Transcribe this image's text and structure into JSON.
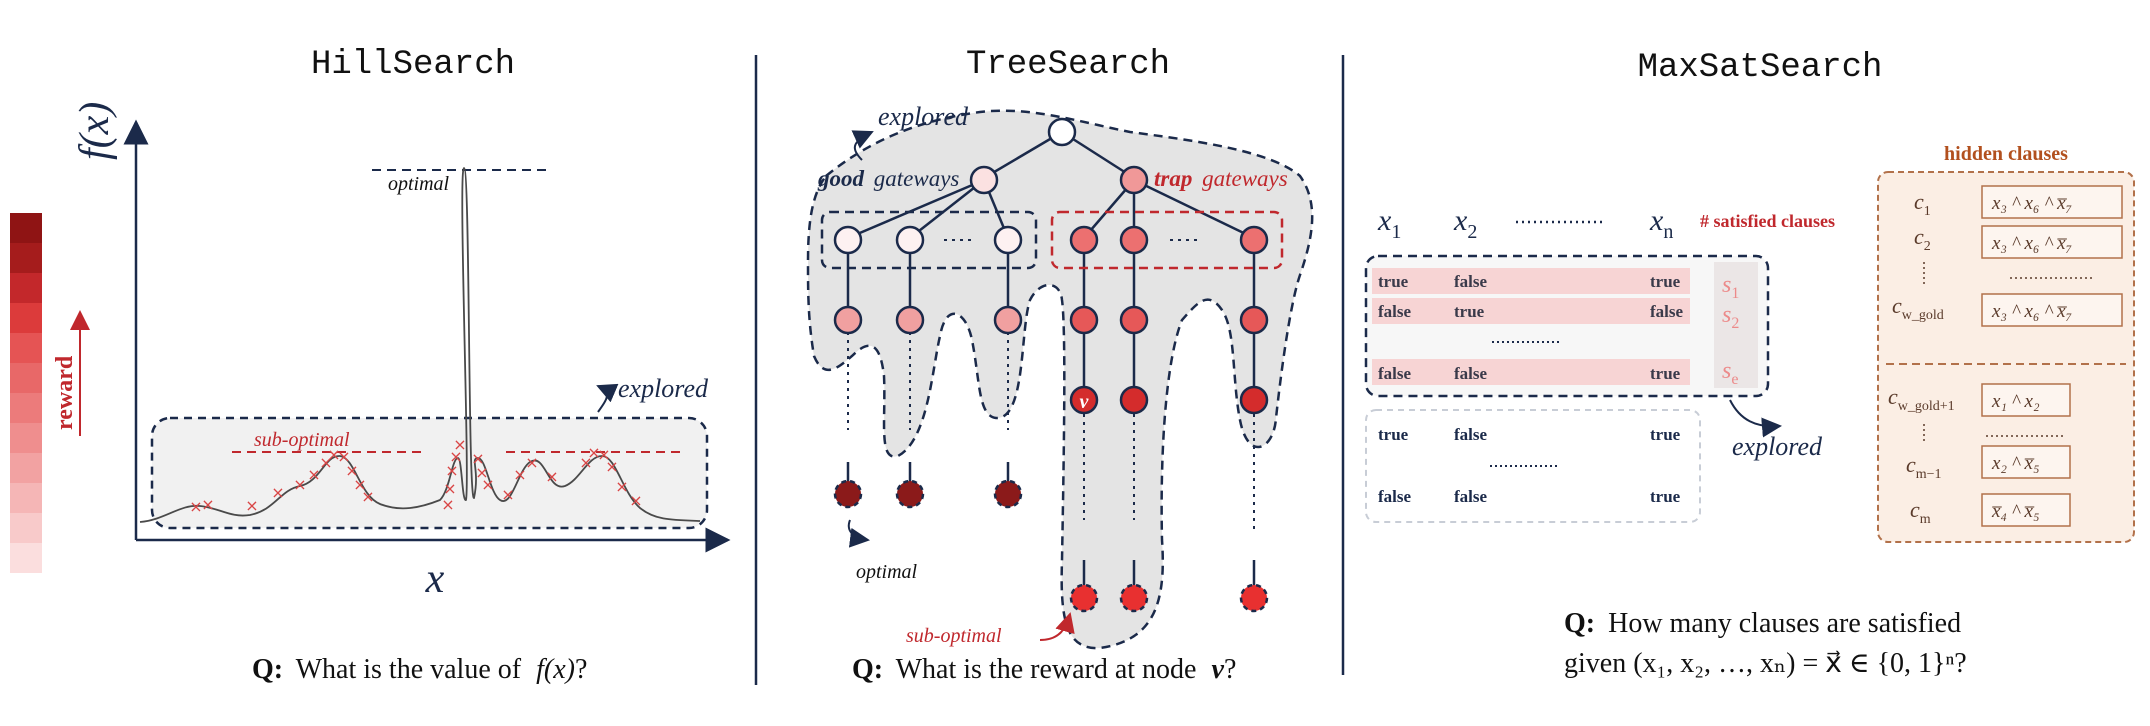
{
  "panels": {
    "hill": {
      "title": "HillSearch",
      "y_axis_label": "f(x)",
      "x_axis_label": "x",
      "optimal_label": "optimal",
      "suboptimal_label": "sub-optimal",
      "explored_label": "explored",
      "reward_label": "reward",
      "question_prefix": "Q:",
      "question_text": "What is the value of",
      "question_var": "f(x)",
      "question_end": "?"
    },
    "tree": {
      "title": "TreeSearch",
      "explored_label": "explored",
      "good_word": "good",
      "good_rest": "gateways",
      "trap_word": "trap",
      "trap_rest": "gateways",
      "node_v": "v",
      "optimal_label": "optimal",
      "suboptimal_label": "sub-optimal",
      "question_prefix": "Q:",
      "question_text": "What is the reward at node",
      "question_var": "v",
      "question_end": "?"
    },
    "maxsat": {
      "title": "MaxSatSearch",
      "var_x1": "x",
      "var_x1_sub": "1",
      "var_x2": "x",
      "var_x2_sub": "2",
      "var_xn": "x",
      "var_xn_sub": "n",
      "satisfied_header": "# satisfied clauses",
      "explored_label": "explored",
      "rows_explored": [
        {
          "c1": "true",
          "c2": "false",
          "cn": "true",
          "s": "s",
          "s_sub": "1"
        },
        {
          "c1": "false",
          "c2": "true",
          "cn": "false",
          "s": "s",
          "s_sub": "2"
        },
        {
          "c1": "false",
          "c2": "false",
          "cn": "true",
          "s": "s",
          "s_sub": "e"
        }
      ],
      "rows_unexplored": [
        {
          "c1": "true",
          "c2": "false",
          "cn": "true"
        },
        {
          "c1": "false",
          "c2": "false",
          "cn": "true"
        }
      ],
      "hidden_title": "hidden clauses",
      "clauses": [
        {
          "name": "c",
          "sub": "1",
          "expr": "x₃ ^ x₆ ^ x̅₇"
        },
        {
          "name": "c",
          "sub": "2",
          "expr": "x₃ ^ x₆ ^ x̅₇"
        },
        {
          "name": "c",
          "sub": "w_gold",
          "expr": "x₃ ^ x₆ ^ x̅₇"
        },
        {
          "name": "c",
          "sub": "w_gold+1",
          "expr": "x₁ ^ x₂"
        },
        {
          "name": "c",
          "sub": "m−1",
          "expr": "x₂ ^ x̅₅"
        },
        {
          "name": "c",
          "sub": "m",
          "expr": "x̅₄ ^ x̅₅"
        }
      ],
      "question_prefix": "Q:",
      "question_line1": "How many clauses are satisfied",
      "question_line2": "given (x₁, x₂, …, xₙ) = x⃗ ∈ {0, 1}ⁿ?"
    }
  },
  "colors": {
    "navy": "#1b2a4a",
    "red": "#c0282d",
    "light_pink": "#f6d3d3",
    "salmon": "#ee8080",
    "dark_red": "#8b1a1a",
    "gray_blob": "#e4e4e4",
    "clause_bg": "#fbeee4",
    "clause_border": "#b2714a"
  }
}
